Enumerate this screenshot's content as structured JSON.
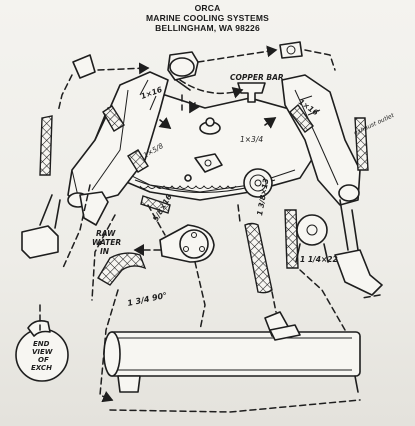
{
  "header": {
    "line1": "ORCA",
    "line2": "MARINE COOLING SYSTEMS",
    "line3": "BELLINGHAM, WA  98226"
  },
  "labels": {
    "copper_bar": "COPPER BAR",
    "hose_top_left": "1×16",
    "hose_top_right": "1×16",
    "hose_center_small": "1×3/4",
    "hose_center_left": "1×5/8",
    "hose_left_mid": "5/8×16",
    "exhaust_outlet": "exhaust outlet",
    "raw_water_1": "RAW",
    "raw_water_2": "WATER",
    "raw_water_3": "IN",
    "elbow_90": "1 3/4 90°",
    "hose_mid_right": "1 3/8×13",
    "hose_right": "1 1/4×22",
    "end_view_1": "END",
    "end_view_2": "VIEW",
    "end_view_3": "OF",
    "end_view_4": "EXCH"
  },
  "colors": {
    "ink": "#1e1e1e",
    "paper": "#f4f3ef"
  }
}
